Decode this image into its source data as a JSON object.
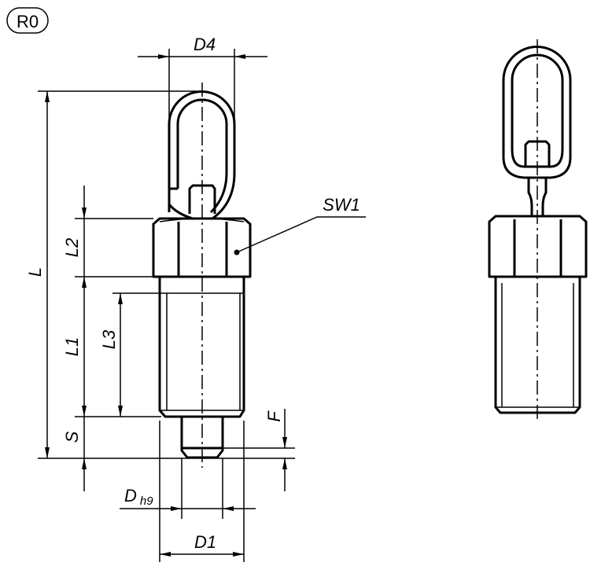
{
  "badge": "R0",
  "dimensions": {
    "d4": "D4",
    "l": "L",
    "l1": "L1",
    "l2": "L2",
    "l3": "L3",
    "s": "S",
    "f": "F",
    "d": "D",
    "d_tolerance": "h9",
    "d1": "D1",
    "sw1": "SW1"
  },
  "colors": {
    "line": "#000000",
    "background": "#ffffff"
  }
}
